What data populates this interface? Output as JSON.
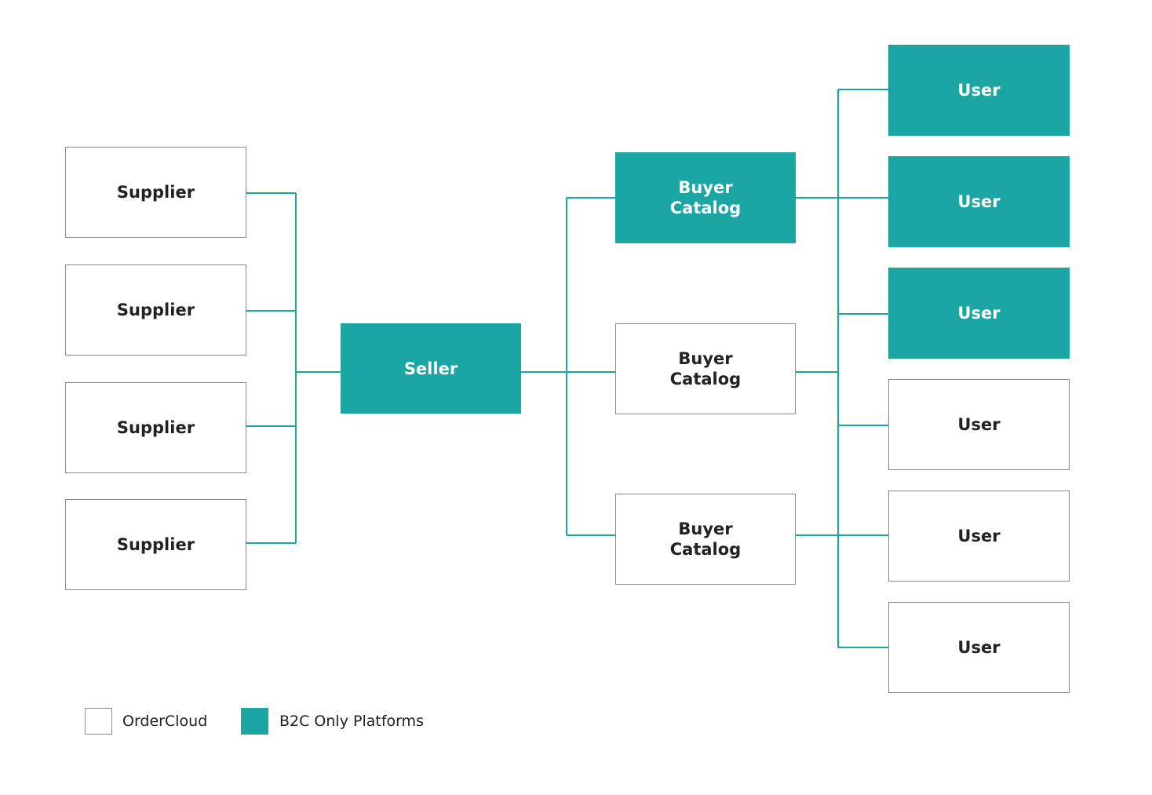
{
  "colors": {
    "accent": "#1ca6a3",
    "outline": "#8a8a8a",
    "text_dark": "#222222",
    "text_light": "#ffffff"
  },
  "suppliers": [
    {
      "label": "Supplier",
      "style": "outline"
    },
    {
      "label": "Supplier",
      "style": "outline"
    },
    {
      "label": "Supplier",
      "style": "outline"
    },
    {
      "label": "Supplier",
      "style": "outline"
    }
  ],
  "seller": {
    "label": "Seller",
    "style": "filled"
  },
  "buyer_catalogs": [
    {
      "label": "Buyer\nCatalog",
      "style": "filled"
    },
    {
      "label": "Buyer\nCatalog",
      "style": "outline"
    },
    {
      "label": "Buyer\nCatalog",
      "style": "outline"
    }
  ],
  "users": [
    {
      "label": "User",
      "style": "filled"
    },
    {
      "label": "User",
      "style": "filled"
    },
    {
      "label": "User",
      "style": "filled"
    },
    {
      "label": "User",
      "style": "outline"
    },
    {
      "label": "User",
      "style": "outline"
    },
    {
      "label": "User",
      "style": "outline"
    }
  ],
  "legend": [
    {
      "label": "OrderCloud",
      "style": "outline"
    },
    {
      "label": "B2C Only Platforms",
      "style": "filled"
    }
  ]
}
